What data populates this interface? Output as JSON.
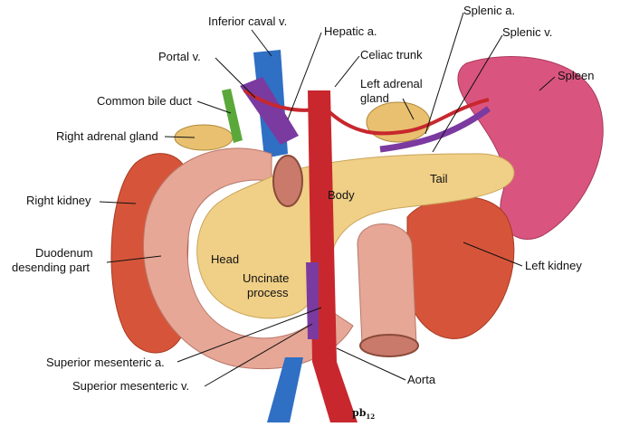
{
  "labels": {
    "inferior_caval_v": "Inferior caval v.",
    "hepatic_a": "Hepatic a.",
    "splenic_a": "Splenic a.",
    "celiac_trunk": "Celiac trunk",
    "splenic_v": "Splenic v.",
    "portal_v": "Portal v.",
    "left_adrenal_gland_1": "Left adrenal",
    "left_adrenal_gland_2": "gland",
    "spleen": "Spleen",
    "common_bile_duct": "Common bile duct",
    "right_adrenal_gland": "Right adrenal gland",
    "right_kidney": "Right kidney",
    "body": "Body",
    "tail": "Tail",
    "duodenum_1": "Duodenum",
    "duodenum_2": "desending part",
    "head": "Head",
    "uncinate_1": "Uncinate",
    "uncinate_2": "process",
    "left_kidney": "Left kidney",
    "superior_mesenteric_a": "Superior mesenteric a.",
    "superior_mesenteric_v": "Superior mesenteric v.",
    "aorta": "Aorta"
  },
  "signature": "pb",
  "signature_sub": "12",
  "colors": {
    "pancreas": "#f0cf86",
    "kidney": "#d6553a",
    "spleen": "#d9557f",
    "duodenum": "#e6a796",
    "vein": "#2f6fc4",
    "artery": "#c8272d",
    "purple_vein": "#7b3aa0",
    "bile": "#5aa83a"
  }
}
